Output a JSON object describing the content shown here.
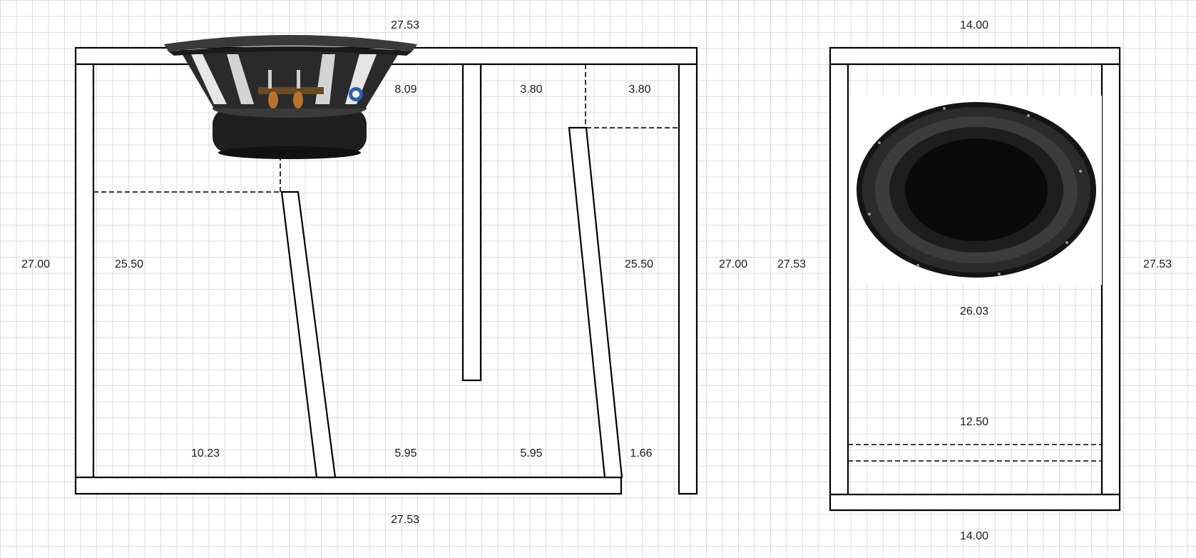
{
  "side_view": {
    "top_width": "27.53",
    "bottom_width": "27.53",
    "outer_height_left": "27.00",
    "inner_height_left": "25.50",
    "inner_height_right": "25.50",
    "outer_height_right": "27.00",
    "port_top_a": "8.09",
    "port_top_b": "3.80",
    "port_top_c": "3.80",
    "chamber_bottom_a": "10.23",
    "chamber_bottom_b": "5.95",
    "chamber_bottom_c": "5.95",
    "gap_bottom": "1.66"
  },
  "front_view": {
    "top_width": "14.00",
    "bottom_width": "14.00",
    "height_left": "27.53",
    "height_right": "27.53",
    "inner_height": "26.03",
    "port_height": "12.50"
  },
  "colors": {
    "grid": "#d9dde3",
    "line": "#000000",
    "text": "#1a1a1a"
  },
  "icons": {
    "driver_side": "subwoofer-side-icon",
    "driver_front": "subwoofer-front-icon"
  }
}
